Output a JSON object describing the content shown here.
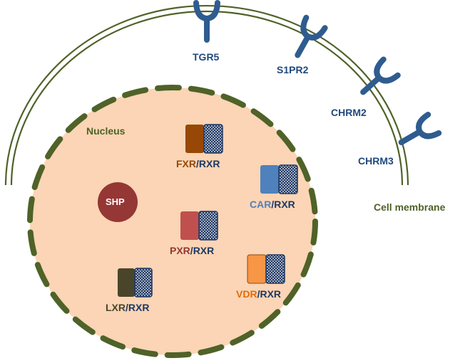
{
  "colors": {
    "membrane": "#4F6228",
    "nucleus_fill": "#FBD5B5",
    "nucleus_border": "#4F6228",
    "receptor": "#2F5C8F",
    "receptor_label": "#1F497D",
    "shp": "#953735",
    "rxr_navy": "#1F3864",
    "fxr": "#974806",
    "car": "#4F81BD",
    "pxr": "#C0504D",
    "lxr": "#4A452A",
    "vdr": "#F79646",
    "vdr_label": "#E46C0A"
  },
  "receptors": [
    {
      "id": "tgr5",
      "label": "TGR5",
      "icon": "y-receptor-icon"
    },
    {
      "id": "s1pr2",
      "label": "S1PR2",
      "icon": "y-receptor-icon"
    },
    {
      "id": "chrm2",
      "label": "CHRM2",
      "icon": "y-receptor-icon"
    },
    {
      "id": "chrm3",
      "label": "CHRM3",
      "icon": "y-receptor-icon"
    }
  ],
  "labels": {
    "nucleus": "Nucleus",
    "cell_membrane": "Cell membrane",
    "shp": "SHP"
  },
  "dimers": [
    {
      "id": "fxr",
      "partner": "FXR",
      "sep": "/",
      "rxr": "RXR"
    },
    {
      "id": "car",
      "partner": "CAR",
      "sep": "/",
      "rxr": "RXR"
    },
    {
      "id": "pxr",
      "partner": "PXR",
      "sep": "/",
      "rxr": "RXR"
    },
    {
      "id": "lxr",
      "partner": "LXR",
      "sep": "/",
      "rxr": "RXR"
    },
    {
      "id": "vdr",
      "partner": "VDR",
      "sep": "/",
      "rxr": "RXR"
    }
  ]
}
